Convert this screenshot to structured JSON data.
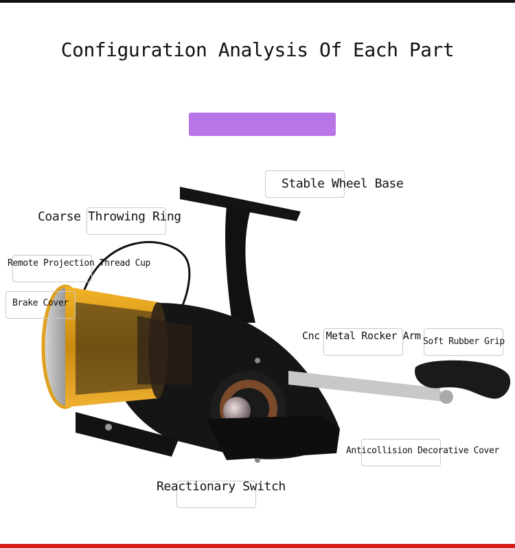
{
  "page": {
    "title": "Configuration Analysis Of Each Part",
    "accent_color": "#b775e6",
    "bottom_bar_color": "#d91a1a"
  },
  "parts": {
    "stable_wheel_base": "Stable Wheel Base",
    "coarse_throwing_ring": "Coarse Throwing Ring",
    "remote_projection_thread_cup": "Remote Projection Thread Cup",
    "brake_cover": "Brake Cover",
    "cnc_metal_rocker_arm": "Cnc Metal Rocker Arm",
    "soft_rubber_grip": "Soft Rubber Grip",
    "anticollision_decorative_cover": "Anticollision Decorative Cover",
    "reactionary_switch": "Reactionary Switch"
  }
}
